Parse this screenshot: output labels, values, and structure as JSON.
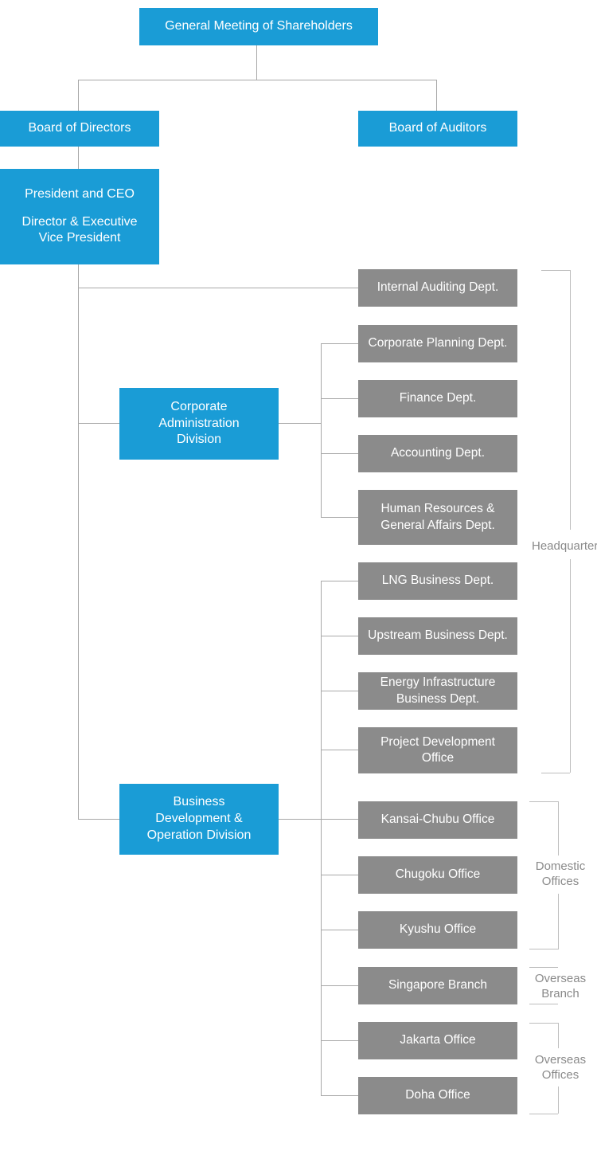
{
  "org": {
    "shareholders": "General Meeting of Shareholders",
    "board_of_directors": "Board of Directors",
    "board_of_auditors": "Board of Auditors",
    "executives": [
      "President and CEO",
      "Director & Executive Vice President"
    ],
    "internal_auditing": "Internal Auditing Dept.",
    "divisions": [
      {
        "label": "Corporate Administration Division",
        "departments": [
          "Corporate Planning Dept.",
          "Finance Dept.",
          "Accounting Dept.",
          "Human Resources & General Affairs Dept."
        ]
      },
      {
        "label": "Business Development & Operation Division",
        "departments": [
          "LNG Business Dept.",
          "Upstream Business Dept.",
          "Energy Infrastructure Business Dept.",
          "Project Development Office",
          "Kansai-Chubu Office",
          "Chugoku Office",
          "Kyushu Office",
          "Singapore Branch",
          "Jakarta Office",
          "Doha Office"
        ]
      }
    ],
    "groups": [
      {
        "label": "Headquarters"
      },
      {
        "label": "Domestic Offices"
      },
      {
        "label": "Overseas Branch"
      },
      {
        "label": "Overseas Offices"
      }
    ],
    "colors": {
      "blue": "#1a9cd6",
      "gray": "#8b8b8b",
      "line": "#a8a8a8",
      "bracket": "#bdbdbd",
      "group_label": "#8a8a8a"
    }
  }
}
